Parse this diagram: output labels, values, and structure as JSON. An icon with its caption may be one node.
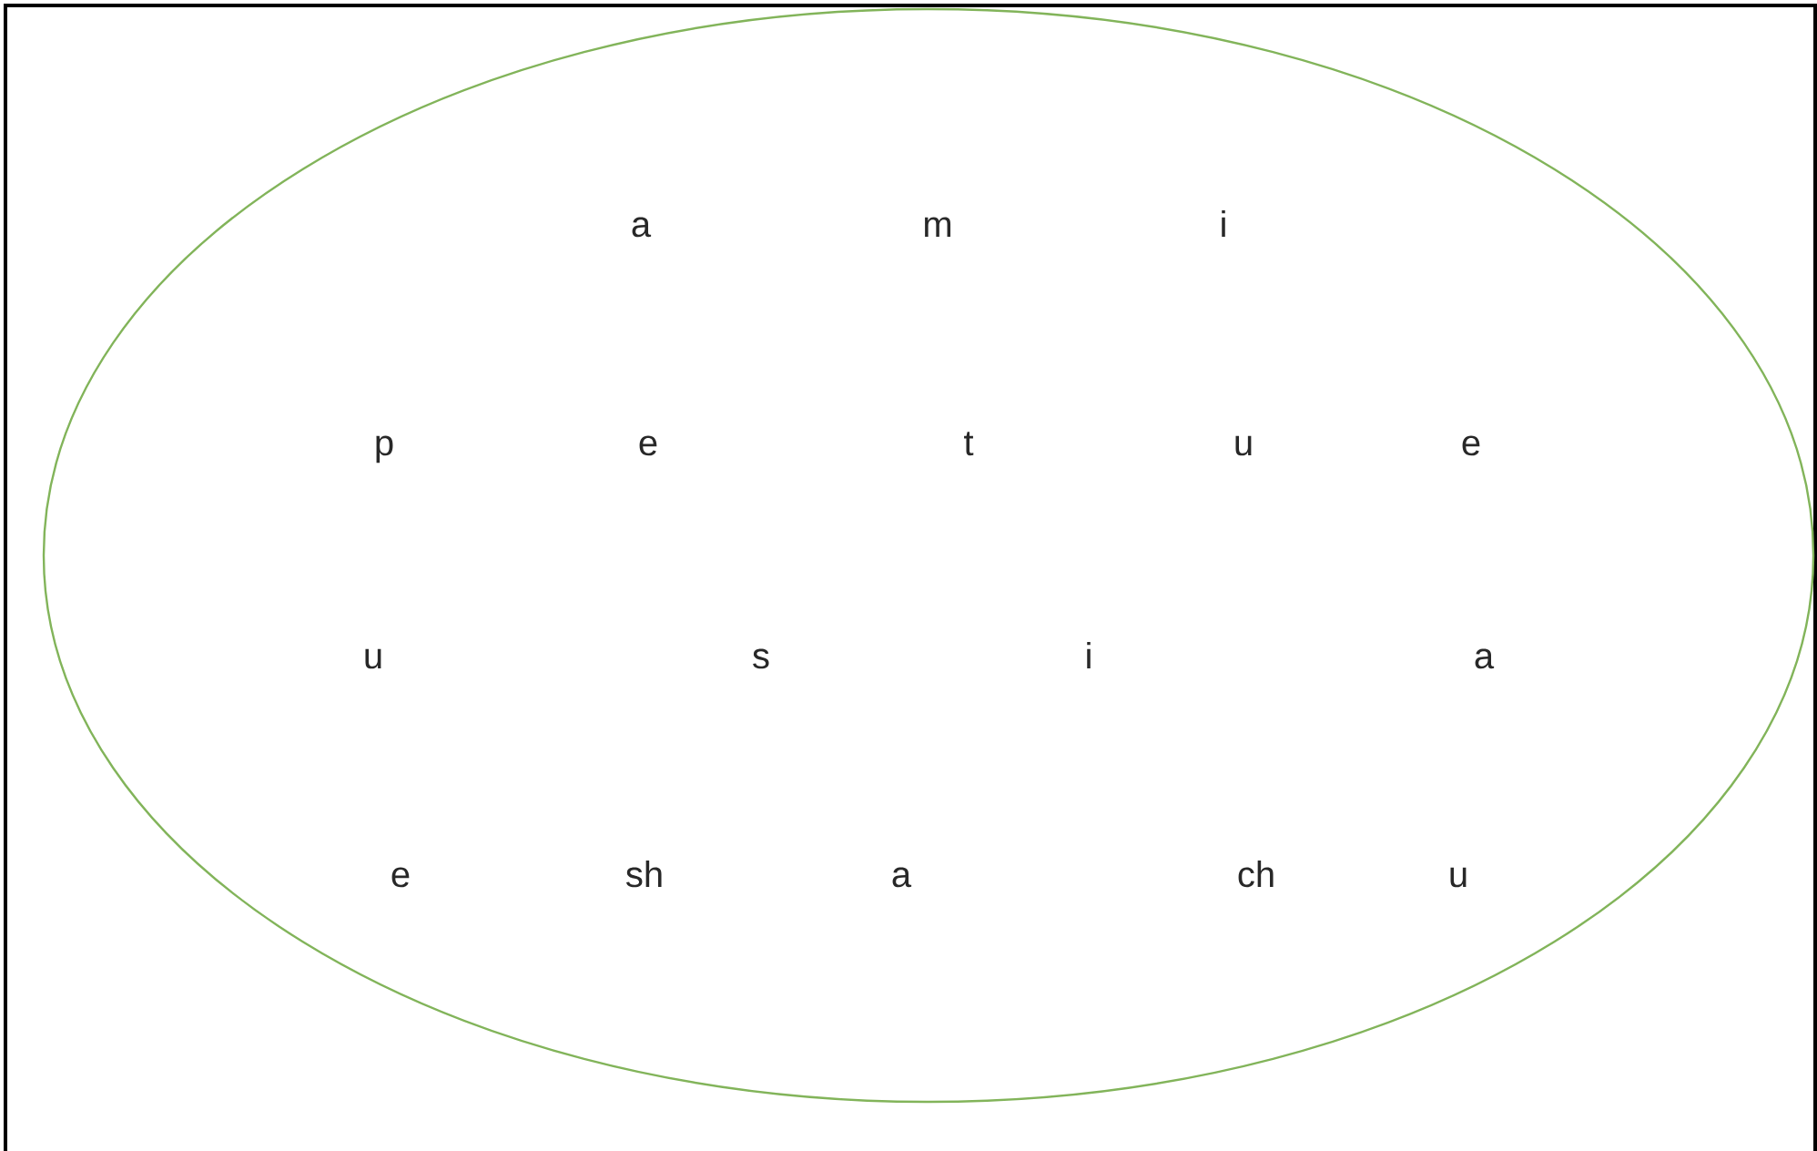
{
  "diagram": {
    "nodes": [
      {
        "text": [
          "a",
          "m",
          "i",
          "p",
          "e",
          "t",
          "u",
          "e",
          "u",
          "s",
          "i",
          "a",
          "e",
          "sh",
          "a",
          "ch",
          "u"
        ]
      }
    ]
  }
}
